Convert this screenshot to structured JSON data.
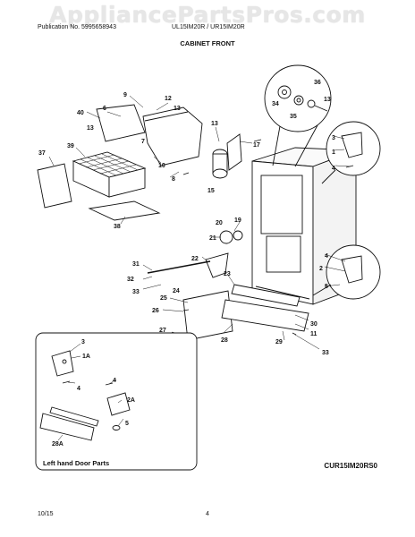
{
  "watermark": "AppliancePartsPros.com",
  "header": {
    "publication": "Publication No. 5995658943",
    "models": "UL15IM20R / UR15IM20R",
    "section_title": "CABINET FRONT"
  },
  "diagram": {
    "callouts": [
      "9",
      "12",
      "13",
      "6",
      "40",
      "13",
      "7",
      "10",
      "39",
      "37",
      "8",
      "38",
      "13",
      "15",
      "17",
      "36",
      "34",
      "35",
      "13",
      "3",
      "1",
      "4",
      "20",
      "19",
      "21",
      "22",
      "31",
      "32",
      "33",
      "23",
      "25",
      "24",
      "26",
      "27",
      "28",
      "29",
      "30",
      "11",
      "33",
      "4",
      "2",
      "5"
    ],
    "inset_callouts": [
      "3",
      "1A",
      "4",
      "4",
      "2A",
      "5",
      "28A"
    ],
    "inset_label": "Left hand Door Parts",
    "reference": "CUR15IM20RS0"
  },
  "footer": {
    "date": "10/15",
    "page": "4"
  }
}
